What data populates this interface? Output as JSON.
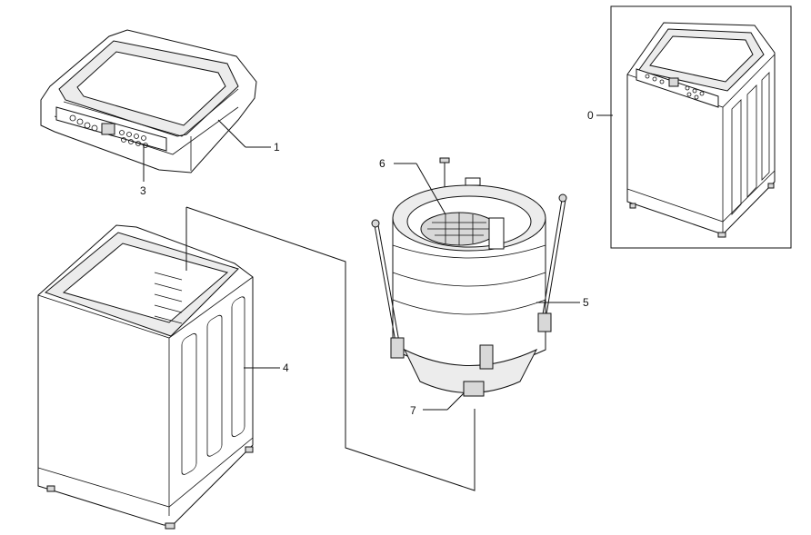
{
  "labels": {
    "lid": "1",
    "panel": "3",
    "cabinet": "4",
    "tub": "5",
    "basket": "6",
    "motor": "7",
    "assembly": "0"
  },
  "colors": {
    "line": "#111111",
    "fill": "#ffffff",
    "shade": "#d8d8d8"
  }
}
